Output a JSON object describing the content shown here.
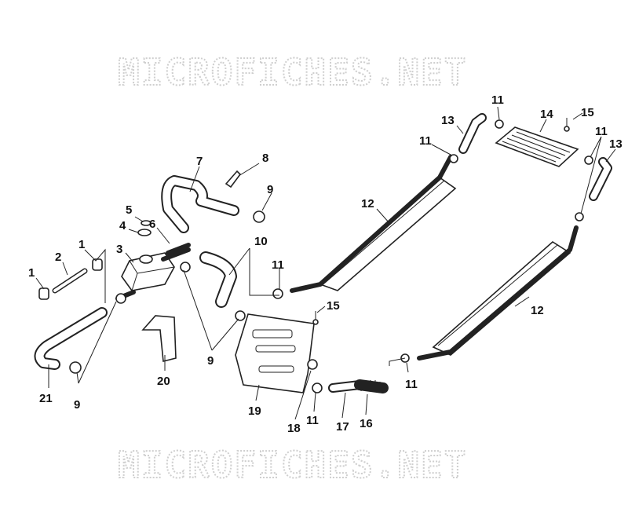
{
  "watermark": "MICROFICHES.NET",
  "callouts": [
    {
      "id": "c1a",
      "text": "1"
    },
    {
      "id": "c1b",
      "text": "1"
    },
    {
      "id": "c2",
      "text": "2"
    },
    {
      "id": "c3",
      "text": "3"
    },
    {
      "id": "c4",
      "text": "4"
    },
    {
      "id": "c5",
      "text": "5"
    },
    {
      "id": "c6",
      "text": "6"
    },
    {
      "id": "c7",
      "text": "7"
    },
    {
      "id": "c8",
      "text": "8"
    },
    {
      "id": "c9a",
      "text": "9"
    },
    {
      "id": "c9b",
      "text": "9"
    },
    {
      "id": "c9c",
      "text": "9"
    },
    {
      "id": "c10",
      "text": "10"
    },
    {
      "id": "c11a",
      "text": "11"
    },
    {
      "id": "c11b",
      "text": "11"
    },
    {
      "id": "c11c",
      "text": "11"
    },
    {
      "id": "c11d",
      "text": "11"
    },
    {
      "id": "c11e",
      "text": "11"
    },
    {
      "id": "c11f",
      "text": "11"
    },
    {
      "id": "c12a",
      "text": "12"
    },
    {
      "id": "c12b",
      "text": "12"
    },
    {
      "id": "c13a",
      "text": "13"
    },
    {
      "id": "c13b",
      "text": "13"
    },
    {
      "id": "c14",
      "text": "14"
    },
    {
      "id": "c15a",
      "text": "15"
    },
    {
      "id": "c15b",
      "text": "15"
    },
    {
      "id": "c16",
      "text": "16"
    },
    {
      "id": "c17",
      "text": "17"
    },
    {
      "id": "c18",
      "text": "18"
    },
    {
      "id": "c19",
      "text": "19"
    },
    {
      "id": "c20",
      "text": "20"
    },
    {
      "id": "c21",
      "text": "21"
    }
  ]
}
